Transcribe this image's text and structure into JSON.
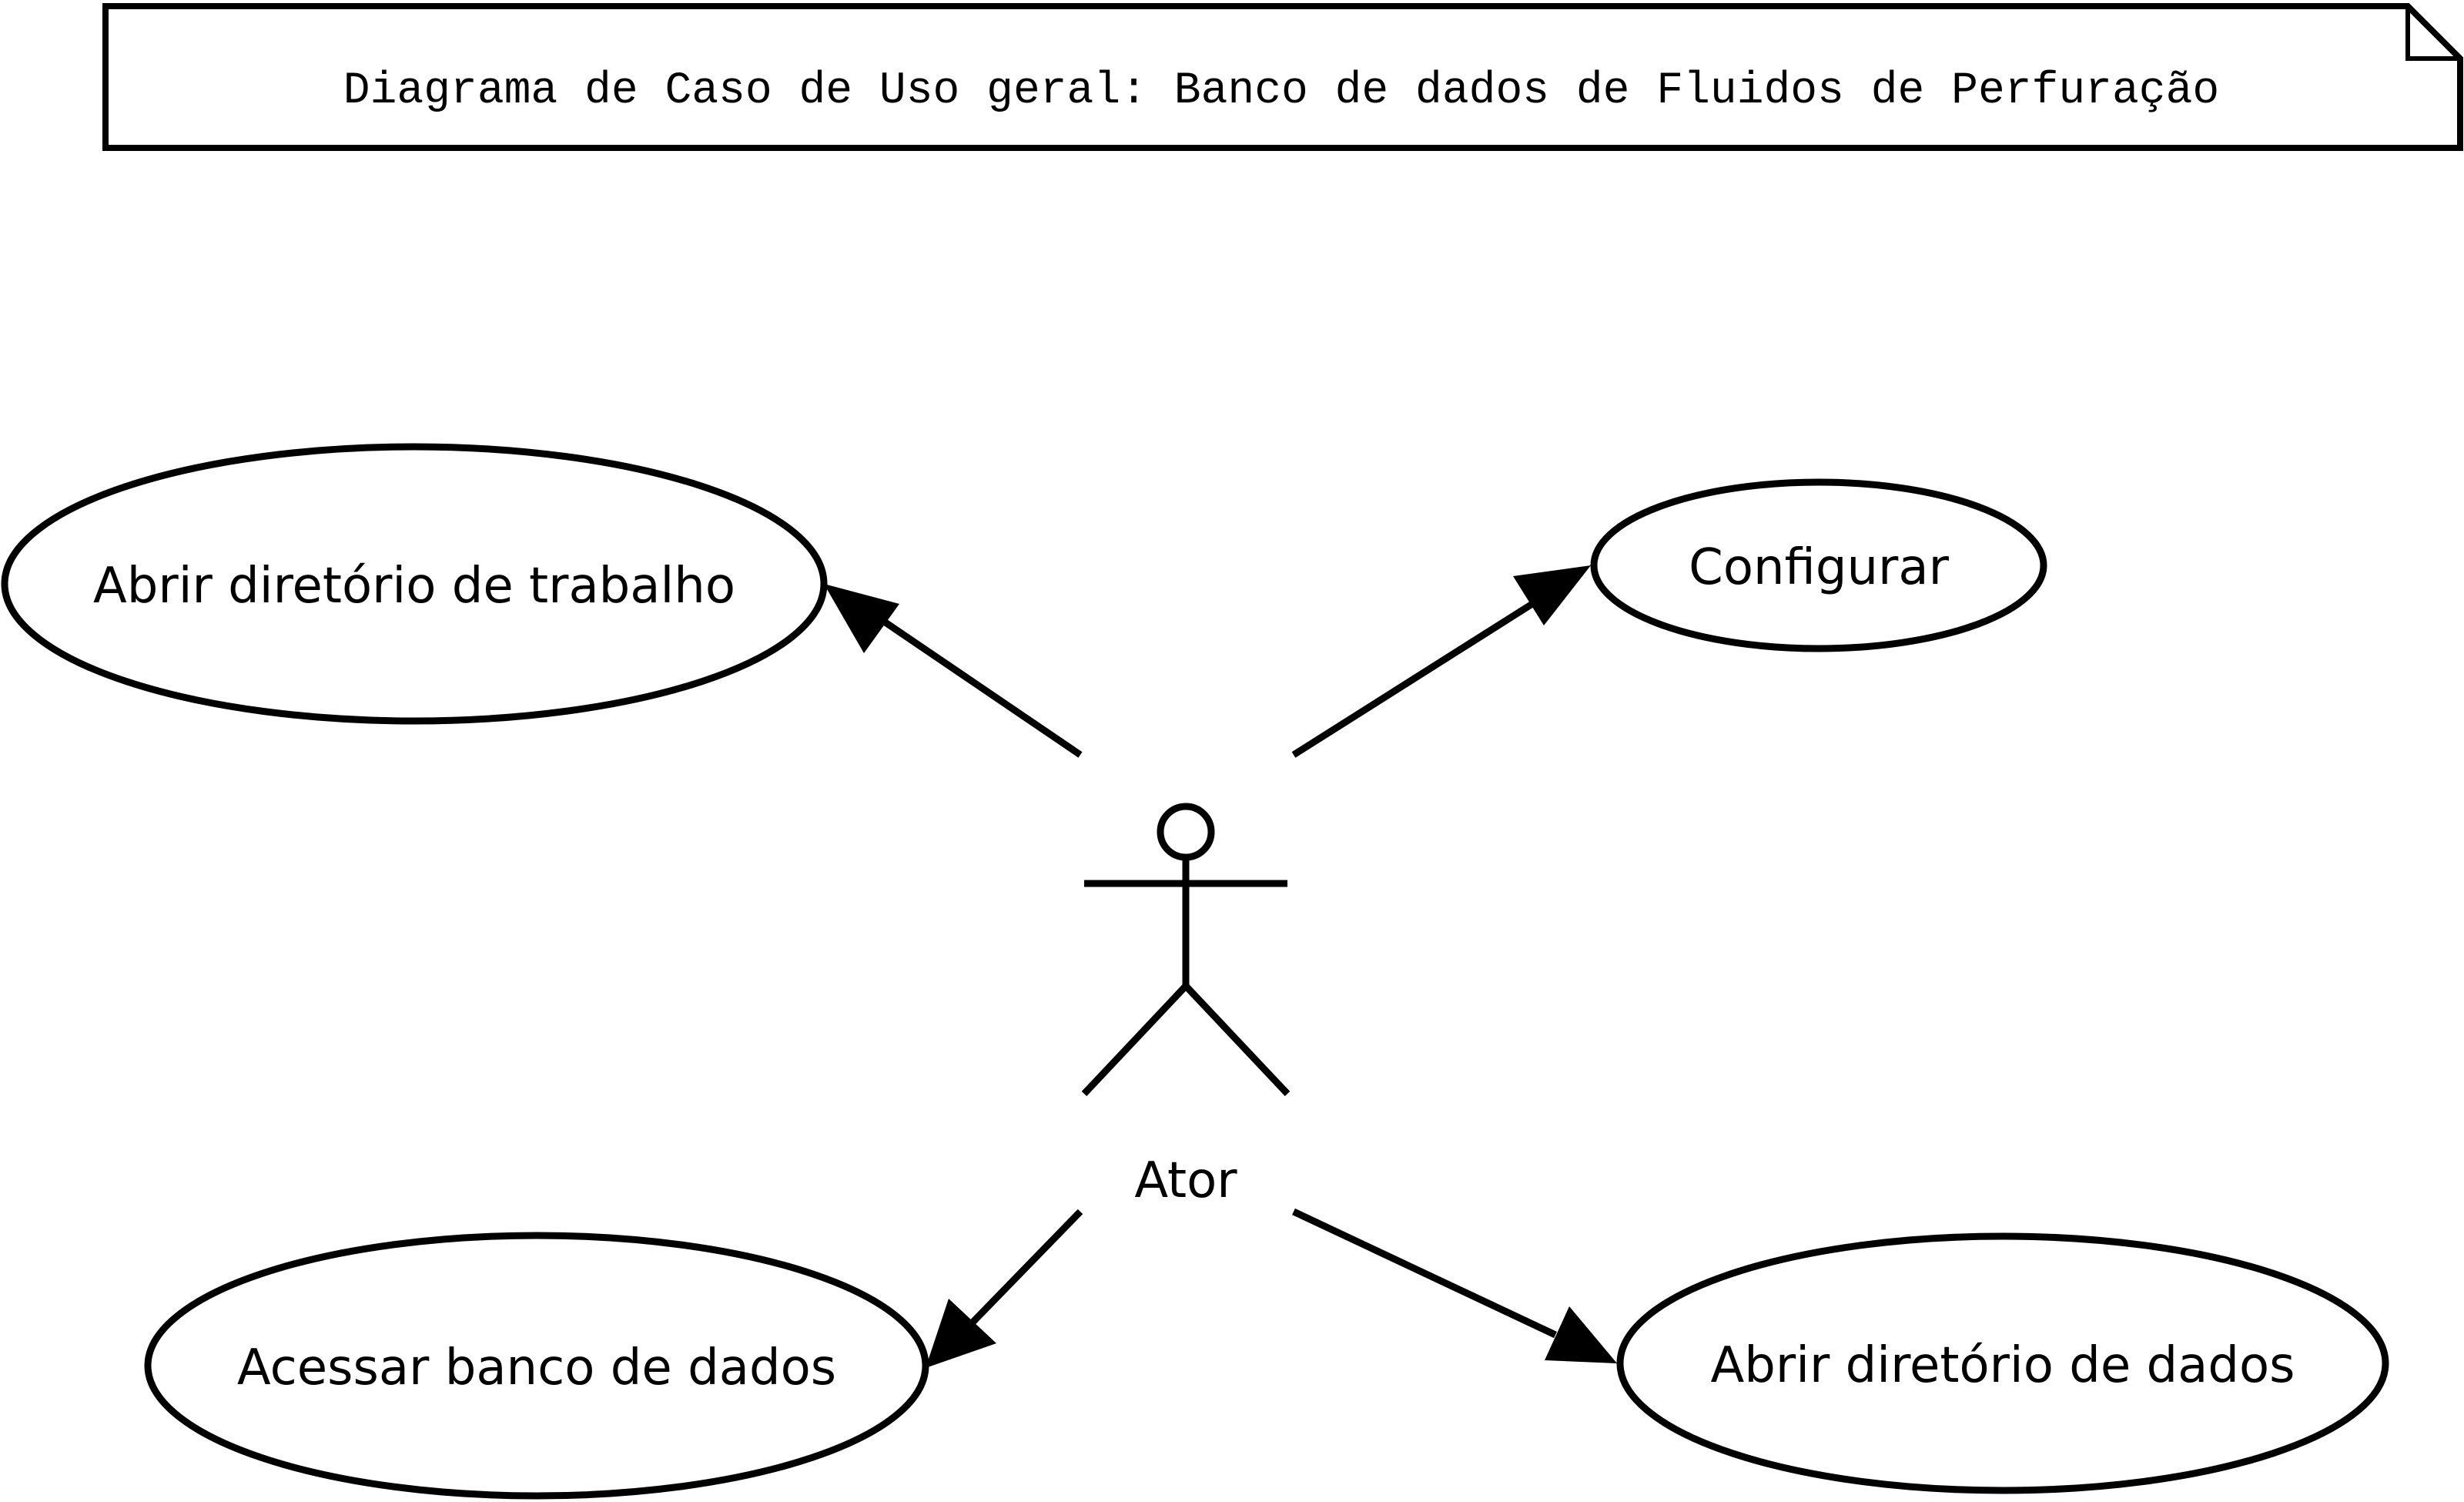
{
  "note": {
    "title": "Diagrama de Caso de Uso geral: Banco de dados de Fluidos de Perfuração"
  },
  "actor": {
    "label": "Ator"
  },
  "use_cases": [
    {
      "id": "abrir-diretorio-trabalho",
      "label": "Abrir diretório de trabalho"
    },
    {
      "id": "configurar",
      "label": "Configurar"
    },
    {
      "id": "acessar-banco-dados",
      "label": "Acessar banco de dados"
    },
    {
      "id": "abrir-diretorio-dados",
      "label": "Abrir diretório de dados"
    }
  ],
  "associations": [
    {
      "from": "actor",
      "to": "abrir-diretorio-trabalho"
    },
    {
      "from": "actor",
      "to": "configurar"
    },
    {
      "from": "actor",
      "to": "acessar-banco-dados"
    },
    {
      "from": "actor",
      "to": "abrir-diretorio-dados"
    }
  ]
}
